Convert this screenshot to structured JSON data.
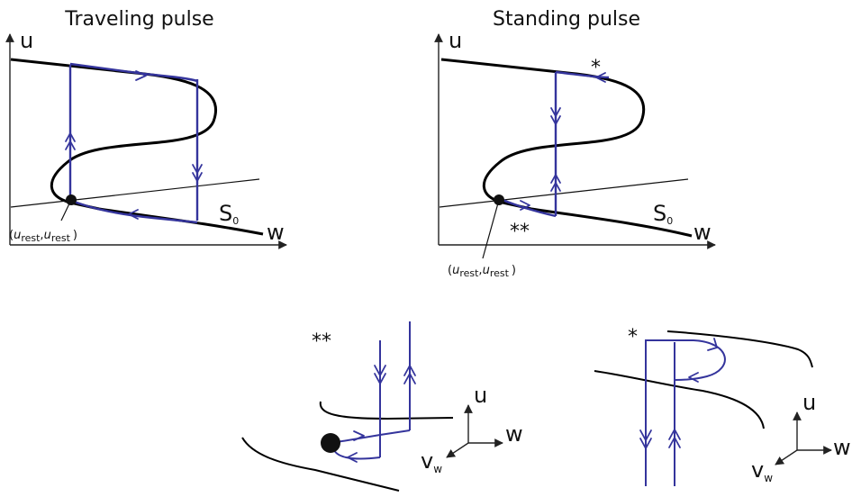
{
  "panels": {
    "traveling": {
      "title": "Traveling pulse"
    },
    "standing": {
      "title": "Standing pulse"
    }
  },
  "axes": {
    "u": "u",
    "w": "w",
    "v": "v",
    "v_sub": "w"
  },
  "nullcline": {
    "label": "S",
    "sub": "0"
  },
  "rest_point": {
    "open": "(",
    "u1": "u",
    "sub1": "rest",
    "comma": ",",
    "u2": "u",
    "sub2": "rest",
    "close": ")"
  },
  "markers": {
    "single": "*",
    "double": "**"
  },
  "colors": {
    "curve": "#000000",
    "trajectory": "#34349c"
  }
}
